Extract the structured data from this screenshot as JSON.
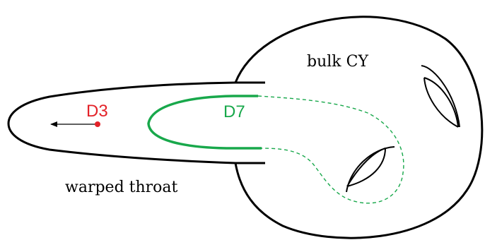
{
  "labels": {
    "bulk": "bulk CY",
    "throat": "warped throat",
    "d3": "D3",
    "d7": "D7"
  },
  "colors": {
    "outline": "#000000",
    "d3": "#e32228",
    "d7": "#18a84b",
    "background": "#ffffff"
  }
}
